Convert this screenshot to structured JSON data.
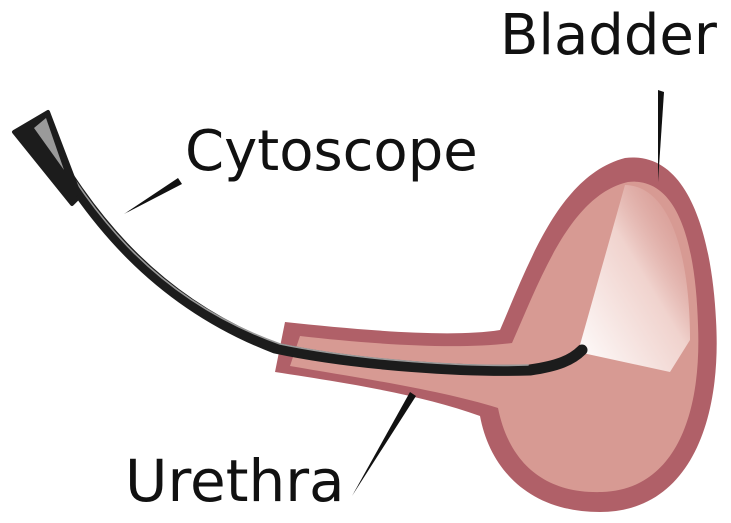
{
  "diagram": {
    "labels": {
      "bladder": "Bladder",
      "cytoscope": "Cytoscope",
      "urethra": "Urethra"
    },
    "colors": {
      "background": "#ffffff",
      "tissue_outer": "#b06068",
      "tissue_inner": "#d79a93",
      "tissue_highlight": "#ffffff",
      "instrument": "#1c1c1c",
      "instrument_sheen": "#9a9a9a",
      "text": "#111111"
    }
  }
}
